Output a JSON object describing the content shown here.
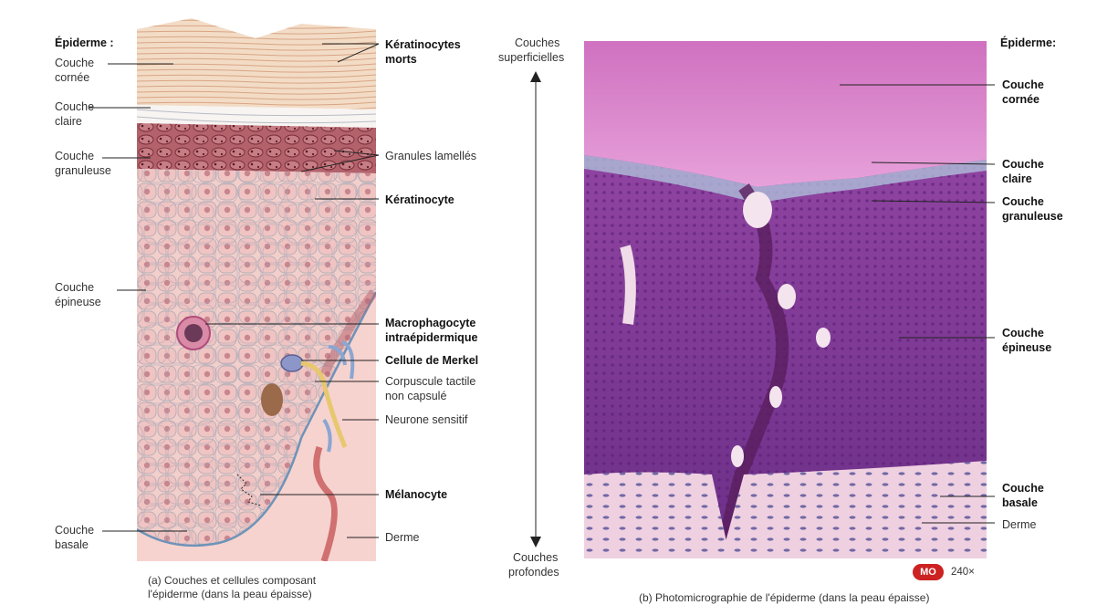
{
  "panel_a": {
    "heading": "Épiderme :",
    "left_labels": {
      "cornee": [
        "Couche",
        "cornée"
      ],
      "claire": [
        "Couche",
        "claire"
      ],
      "granuleuse": [
        "Couche",
        "granuleuse"
      ],
      "epineuse": [
        "Couche",
        "épineuse"
      ],
      "basale": [
        "Couche",
        "basale"
      ]
    },
    "right_labels": {
      "keratinocytes_morts": [
        "Kératinocytes",
        "morts"
      ],
      "granules": "Granules lamellés",
      "keratinocyte": "Kératinocyte",
      "macrophagocyte": [
        "Macrophagocyte",
        "intraépidermique"
      ],
      "merkel": "Cellule de Merkel",
      "corpuscule": [
        "Corpuscule tactile",
        "non capsulé"
      ],
      "neurone": "Neurone sensitif",
      "melanocyte": "Mélanocyte",
      "derme": "Derme"
    },
    "caption": [
      "(a) Couches et cellules composant",
      "l'épiderme (dans la peau épaisse)"
    ]
  },
  "axis": {
    "top": [
      "Couches",
      "superficielles"
    ],
    "bottom": [
      "Couches",
      "profondes"
    ]
  },
  "panel_b": {
    "heading": "Épiderme:",
    "labels": {
      "cornee": [
        "Couche",
        "cornée"
      ],
      "claire": [
        "Couche",
        "claire"
      ],
      "granuleuse": [
        "Couche",
        "granuleuse"
      ],
      "epineuse": [
        "Couche",
        "épineuse"
      ],
      "basale": [
        "Couche",
        "basale"
      ],
      "derme": "Derme"
    },
    "badge": "MO",
    "magnification": "240×",
    "caption": "(b) Photomicrographie de l'épiderme (dans la peau épaisse)"
  },
  "colors": {
    "cornee_illustration": "#f0d4bc",
    "granuleuse_illustration": "#b06070",
    "epineuse_illustration": "#f1c9c6",
    "micro_cornee": "#d27bc4",
    "micro_epineuse": "#8a3e9c",
    "micro_derme": "#f0cfe0",
    "badge": "#cc2222"
  }
}
